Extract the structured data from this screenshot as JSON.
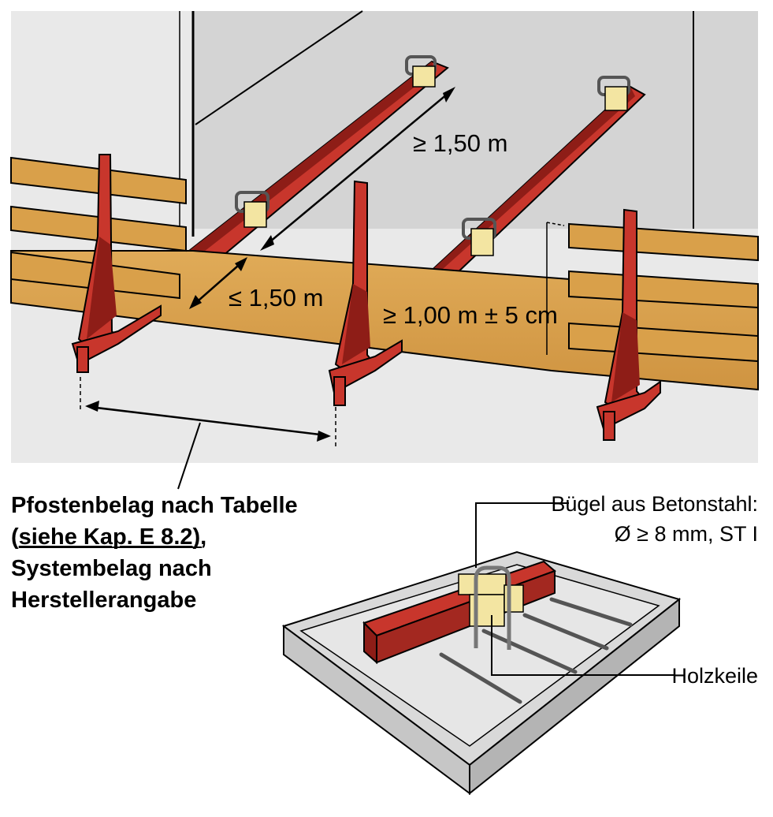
{
  "dimensions": {
    "bracket_spacing": "≥ 1,50 m",
    "post_spacing": "≤ 1,50 m",
    "height": "≥ 1,00 m ± 5 cm"
  },
  "caption": {
    "line1": "Pfostenbelag nach Tabelle",
    "line2_open": "(",
    "line2_link": "siehe Kap. E 8.2",
    "line2_close": "),",
    "line3": "Systembelag nach",
    "line4": "Herstellerangabe"
  },
  "callouts": {
    "buegel_line1": "Bügel aus Betonstahl:",
    "buegel_line2": "Ø ≥ 8 mm, ST I",
    "holzkeile": "Holzkeile"
  },
  "colors": {
    "steel": "#c8362c",
    "steel_dark": "#8e1d17",
    "wood": "#d9a04a",
    "wood_dark": "#a97527",
    "wall": "#d6d6d6",
    "background_panel": "#e9e9e9",
    "wedge": "#f3e5a2"
  }
}
